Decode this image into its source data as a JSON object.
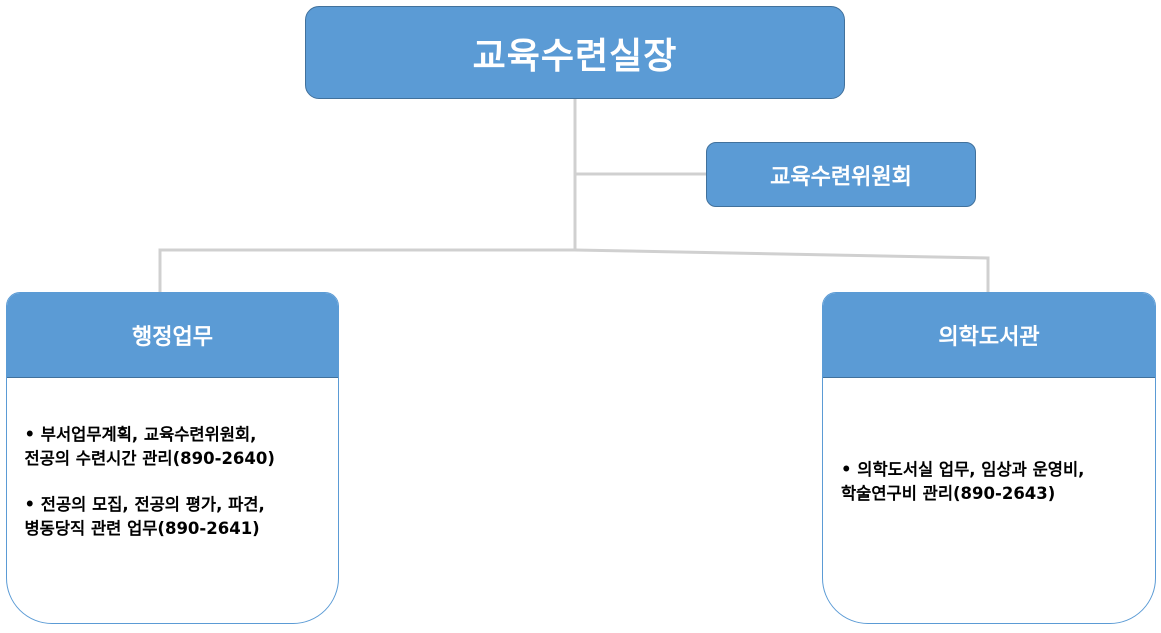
{
  "top": {
    "title": "교육수련실장"
  },
  "committee": {
    "title": "교육수련위원회"
  },
  "left_card": {
    "title": "행정업무",
    "paragraphs": [
      {
        "lines": [
          "•  부서업무계획, 교육수련위원회,",
          "전공의 수련시간 관리(890-2640)"
        ]
      },
      {
        "lines": [
          "• 전공의 모집, 전공의 평가, 파견,",
          "병동당직 관련 업무(890-2641)"
        ]
      }
    ]
  },
  "right_card": {
    "title": "의학도서관",
    "paragraphs": [
      {
        "lines": [
          "•  의학도서실 업무, 임상과 운영비,",
          "학술연구비 관리(890-2643)"
        ]
      }
    ]
  },
  "colors": {
    "box_fill": "#5b9bd5",
    "box_border": "#41719c",
    "connector": "#d0d0d0"
  }
}
